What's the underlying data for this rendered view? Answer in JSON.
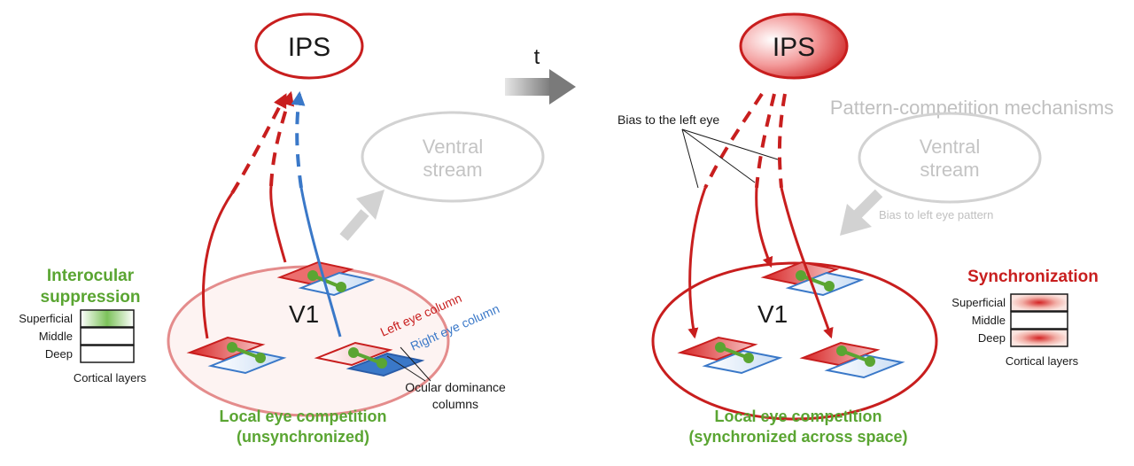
{
  "colors": {
    "red": "#c81e1e",
    "blue": "#3a78c8",
    "green": "#5aa532",
    "gray": "#c8c8c8",
    "text_gray": "#b4b4b4"
  },
  "left_panel": {
    "ips_label": "IPS",
    "ventral_label_line1": "Ventral",
    "ventral_label_line2": "stream",
    "v1_label": "V1",
    "left_eye_column": "Left eye column",
    "right_eye_column": "Right eye column",
    "ocular_dominance_line1": "Ocular dominance",
    "ocular_dominance_line2": "columns",
    "legend_title_line1": "Interocular",
    "legend_title_line2": "suppression",
    "layers": [
      "Superficial",
      "Middle",
      "Deep"
    ],
    "layers_caption": "Cortical layers",
    "caption_line1": "Local eye competition",
    "caption_line2": "(unsynchronized)"
  },
  "time_arrow": {
    "label": "t"
  },
  "right_panel": {
    "ips_label": "IPS",
    "bias_label": "Bias to the left eye",
    "pattern_label": "Pattern-competition mechanisms",
    "ventral_label_line1": "Ventral",
    "ventral_label_line2": "stream",
    "bias_pattern_label": "Bias to left eye pattern",
    "v1_label": "V1",
    "legend_title": "Synchronization",
    "layers": [
      "Superficial",
      "Middle",
      "Deep"
    ],
    "layers_caption": "Cortical layers",
    "caption_line1": "Local eye competition",
    "caption_line2": "(synchronized across space)"
  }
}
